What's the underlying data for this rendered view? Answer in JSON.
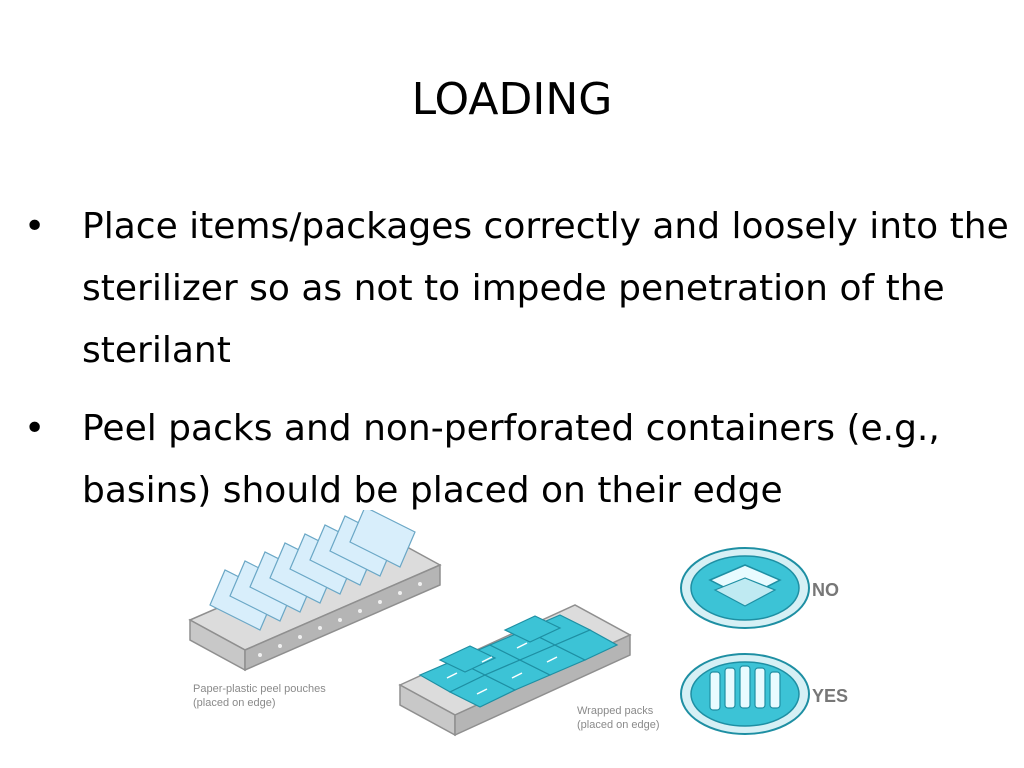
{
  "slide": {
    "title": "LOADING",
    "bullets": [
      {
        "marker": "•",
        "text": "Place items/packages correctly and loosely into the sterilizer so as not to impede penetration of the sterilant"
      },
      {
        "marker": "•",
        "text": "Peel packs and non-perforated containers (e.g., basins) should be placed on their edge"
      }
    ]
  },
  "figure": {
    "left_caption": [
      "Paper-plastic peel pouches",
      "(placed on edge)"
    ],
    "right_caption": [
      "Wrapped packs",
      "(placed on edge)"
    ],
    "no_label": "NO",
    "yes_label": "YES",
    "colors": {
      "pack": "#3cc3d6",
      "pack_dark": "#1e8fa3",
      "tray": "#c8c8c8",
      "tray_dark": "#8f8f8f",
      "pouch": "#d8eefb"
    }
  }
}
